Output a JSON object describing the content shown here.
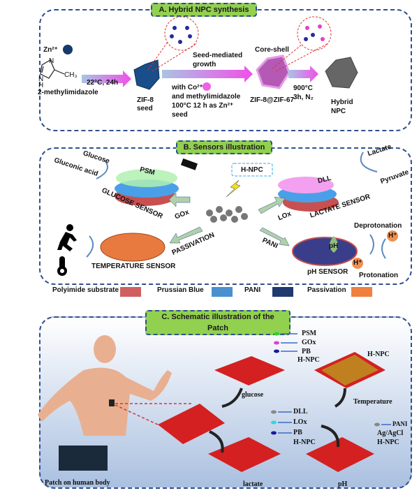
{
  "panelA": {
    "title": "A. Hybrid NPC synthesis",
    "zn": "Zn²⁺",
    "ch3": "CH₃",
    "n1": "N",
    "n2": "N",
    "h": "H",
    "precursor": "2-methylimidazole",
    "step1": "22°C, 24h",
    "zif8_1": "ZIF-8",
    "zif8_2": "seed",
    "growth_1": "Seed-mediated",
    "growth_2": "growth",
    "cond_1": "with Co²⁺",
    "cond_2": "and methylimidazole",
    "cond_3": "100°C 12 h as Zn²⁺",
    "cond_4": "seed",
    "coreshell": "Core-shell",
    "zif67": "ZIF-8@ZIF-67",
    "step3_1": "900°C",
    "step3_2": "3h, N₂",
    "npc_1": "Hybrid",
    "npc_2": "NPC"
  },
  "panelB": {
    "title": "B. Sensors illustration",
    "glucose": "Glucose",
    "gluconic": "Gluconic acid",
    "psm": "PSM",
    "glucose_sensor": "GLUCOSE SENSOR",
    "gox": "GOx",
    "hnpc": "H-NPC",
    "lox": "LOx",
    "dll": "DLL",
    "lactate_sensor": "LACTATE SENSOR",
    "lactate": "Lactate",
    "pyruvate": "Pyruvate",
    "passivation": "PASSIVATION",
    "temp_sensor": "TEMPERATURE SENSOR",
    "pani": "PANI",
    "ph": "pH",
    "ph_sensor": "pH SENSOR",
    "deprot": "Deprotonation",
    "prot": "Protonation",
    "hplus": "H⁺",
    "legend": [
      {
        "label": "Polyimide substrate",
        "color": "#d06060"
      },
      {
        "label": "Prussian Blue",
        "color": "#4a90d0"
      },
      {
        "label": "PANI",
        "color": "#1f3a6e"
      },
      {
        "label": "Passivation",
        "color": "#f08040"
      }
    ]
  },
  "panelC": {
    "title": "C. Schematic illustration of the Patch",
    "body": "Patch on human body",
    "glucose_layers": [
      "PSM",
      "GOx",
      "PB",
      "H-NPC"
    ],
    "glucose": "glucose",
    "temp_layer": "H-NPC",
    "temperature": "Temperature",
    "lactate_layers": [
      "DLL",
      "LOx",
      "PB",
      "H-NPC"
    ],
    "lactate": "lactate",
    "ph_layers": [
      "PANI",
      "Ag/AgCl",
      "H-NPC"
    ],
    "ph": "pH"
  }
}
